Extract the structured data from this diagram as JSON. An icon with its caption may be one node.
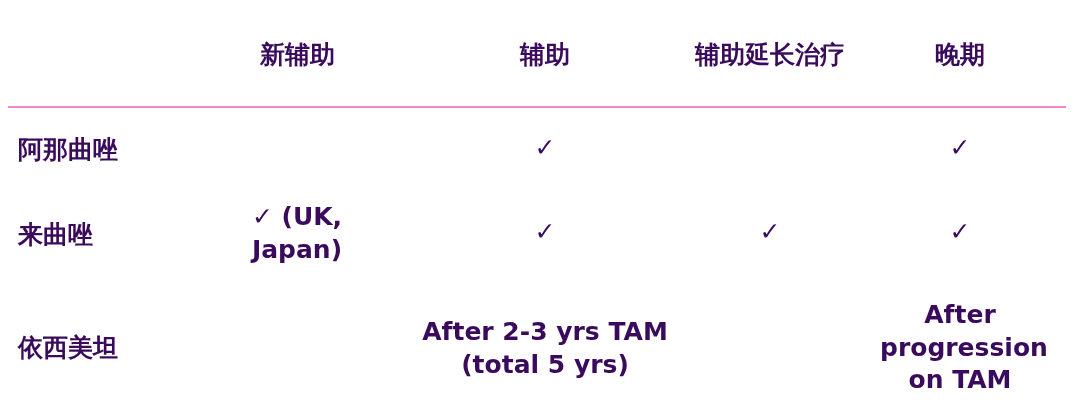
{
  "diagram": {
    "labels": [
      "新辅助",
      "辅助",
      "辅助延长治疗",
      "晚期",
      "阿那曲唑",
      "✓",
      "✓",
      "来曲唑",
      "✓ (UK, Japan)",
      "✓",
      "✓",
      "✓",
      "依西美坦",
      "After 2-3 yrs TAM (total 5 yrs)",
      "After progression on TAM"
    ]
  }
}
